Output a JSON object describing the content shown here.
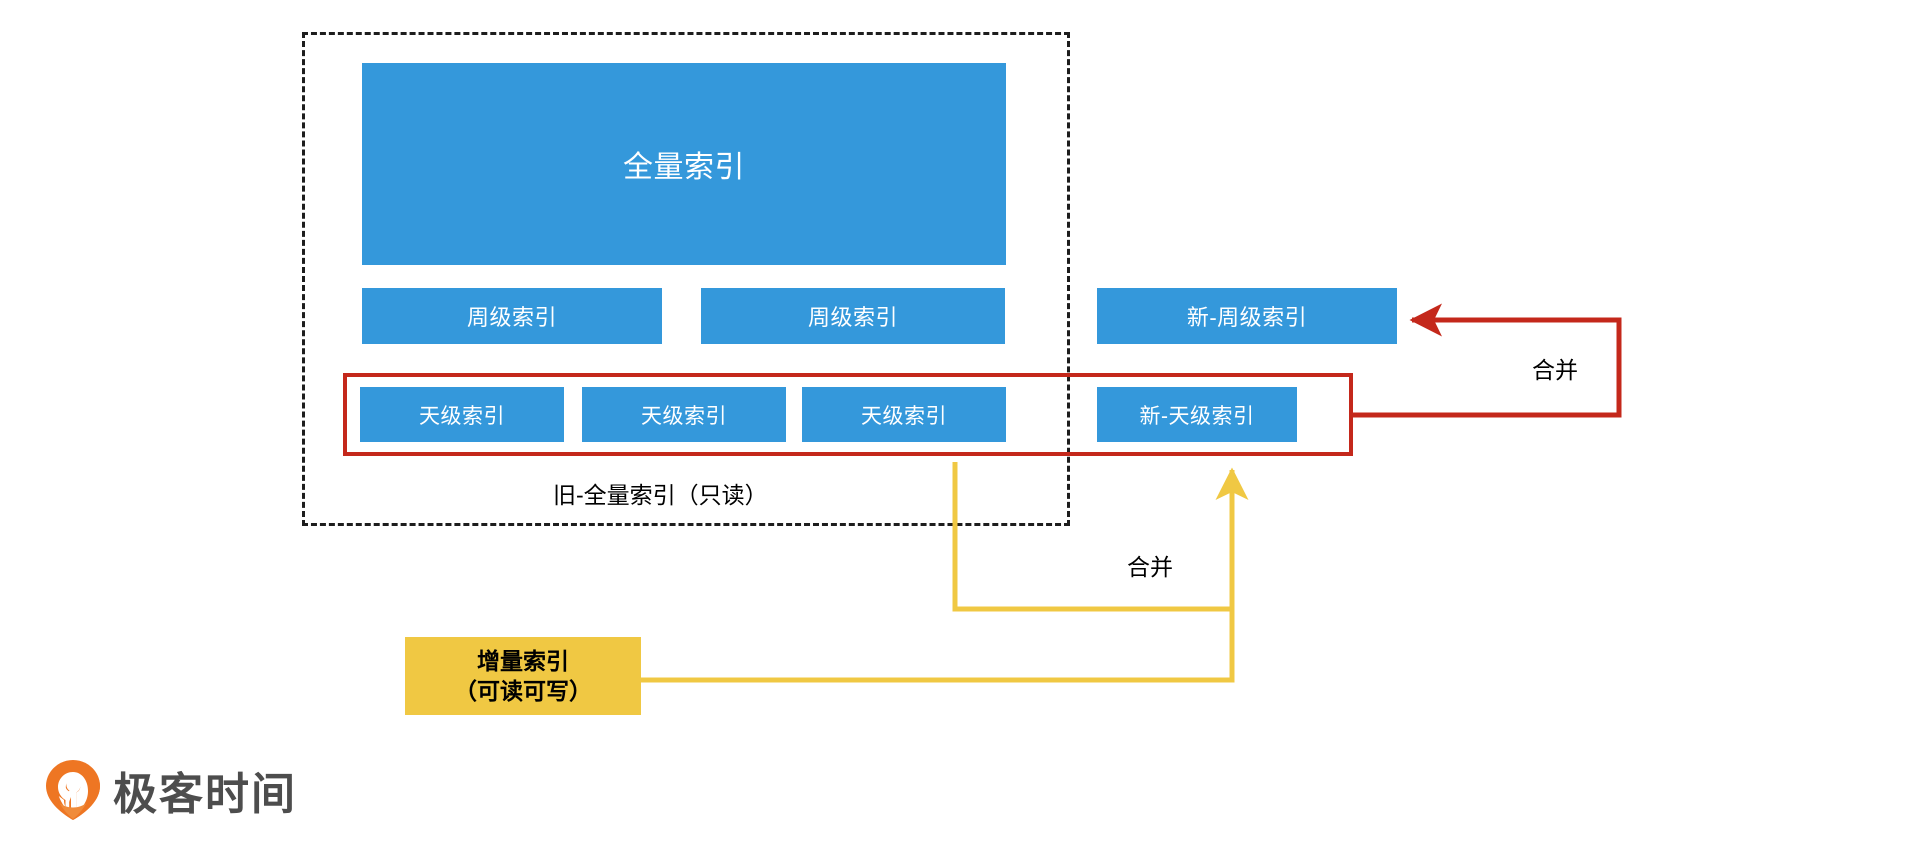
{
  "diagram": {
    "old_container": {
      "caption": "旧-全量索引（只读）"
    },
    "full_index": {
      "label": "全量索引"
    },
    "week_indices": [
      {
        "label": "周级索引"
      },
      {
        "label": "周级索引"
      }
    ],
    "day_indices": [
      {
        "label": "天级索引"
      },
      {
        "label": "天级索引"
      },
      {
        "label": "天级索引"
      }
    ],
    "new_week_index": {
      "label": "新-周级索引"
    },
    "new_day_index": {
      "label": "新-天级索引"
    },
    "incremental_index": {
      "line1": "增量索引",
      "line2": "（可读可写）"
    },
    "arrows": [
      {
        "name": "merge-day-to-week",
        "label": "合并",
        "color": "#c4281b"
      },
      {
        "name": "merge-incremental-to-day",
        "label": "合并",
        "color": "#f0c843"
      }
    ]
  },
  "branding": {
    "logo_text": "极客时间",
    "logo_icon": "geektime-pin-icon",
    "logo_color": "#ee7623",
    "text_color": "#4d4d4d"
  },
  "colors": {
    "block_blue": "#3498db",
    "highlight_red": "#c4281b",
    "incremental_yellow": "#f0c843",
    "dash_black": "#1d1d1d"
  }
}
